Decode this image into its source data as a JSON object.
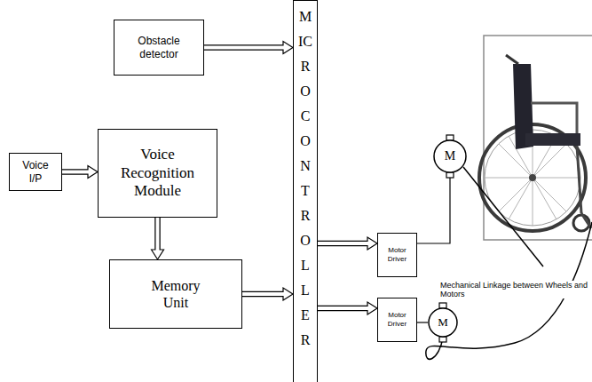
{
  "diagram": {
    "nodes": [
      {
        "text": [
          "Obstacle detector"
        ]
      },
      {
        "text": [
          "Voice I/P"
        ]
      },
      {
        "text": [
          "Voice Recognition Module"
        ]
      },
      {
        "text": [
          "Memory Unit"
        ]
      },
      {
        "text": [
          "MICROCONTROLLER"
        ]
      },
      {
        "text": [
          "M"
        ]
      },
      {
        "text": [
          "Motor Driver"
        ]
      },
      {
        "text": [
          "Motor Driver"
        ]
      },
      {
        "text": [
          "M"
        ]
      }
    ],
    "edges": [
      {
        "from": 0,
        "to": 4,
        "arrow": "to"
      },
      {
        "from": 1,
        "to": 2,
        "arrow": "to"
      },
      {
        "from": 2,
        "to": 3,
        "arrow": "to"
      },
      {
        "from": 3,
        "to": 4,
        "arrow": "to"
      },
      {
        "from": 4,
        "to": 6,
        "arrow": "to"
      },
      {
        "from": 4,
        "to": 7,
        "arrow": "to"
      },
      {
        "from": 6,
        "to": 5,
        "arrow": "none"
      },
      {
        "from": 7,
        "to": 8,
        "arrow": "none"
      }
    ],
    "labels": [
      "Mechanical Linkage between Wheels and Motors"
    ]
  }
}
